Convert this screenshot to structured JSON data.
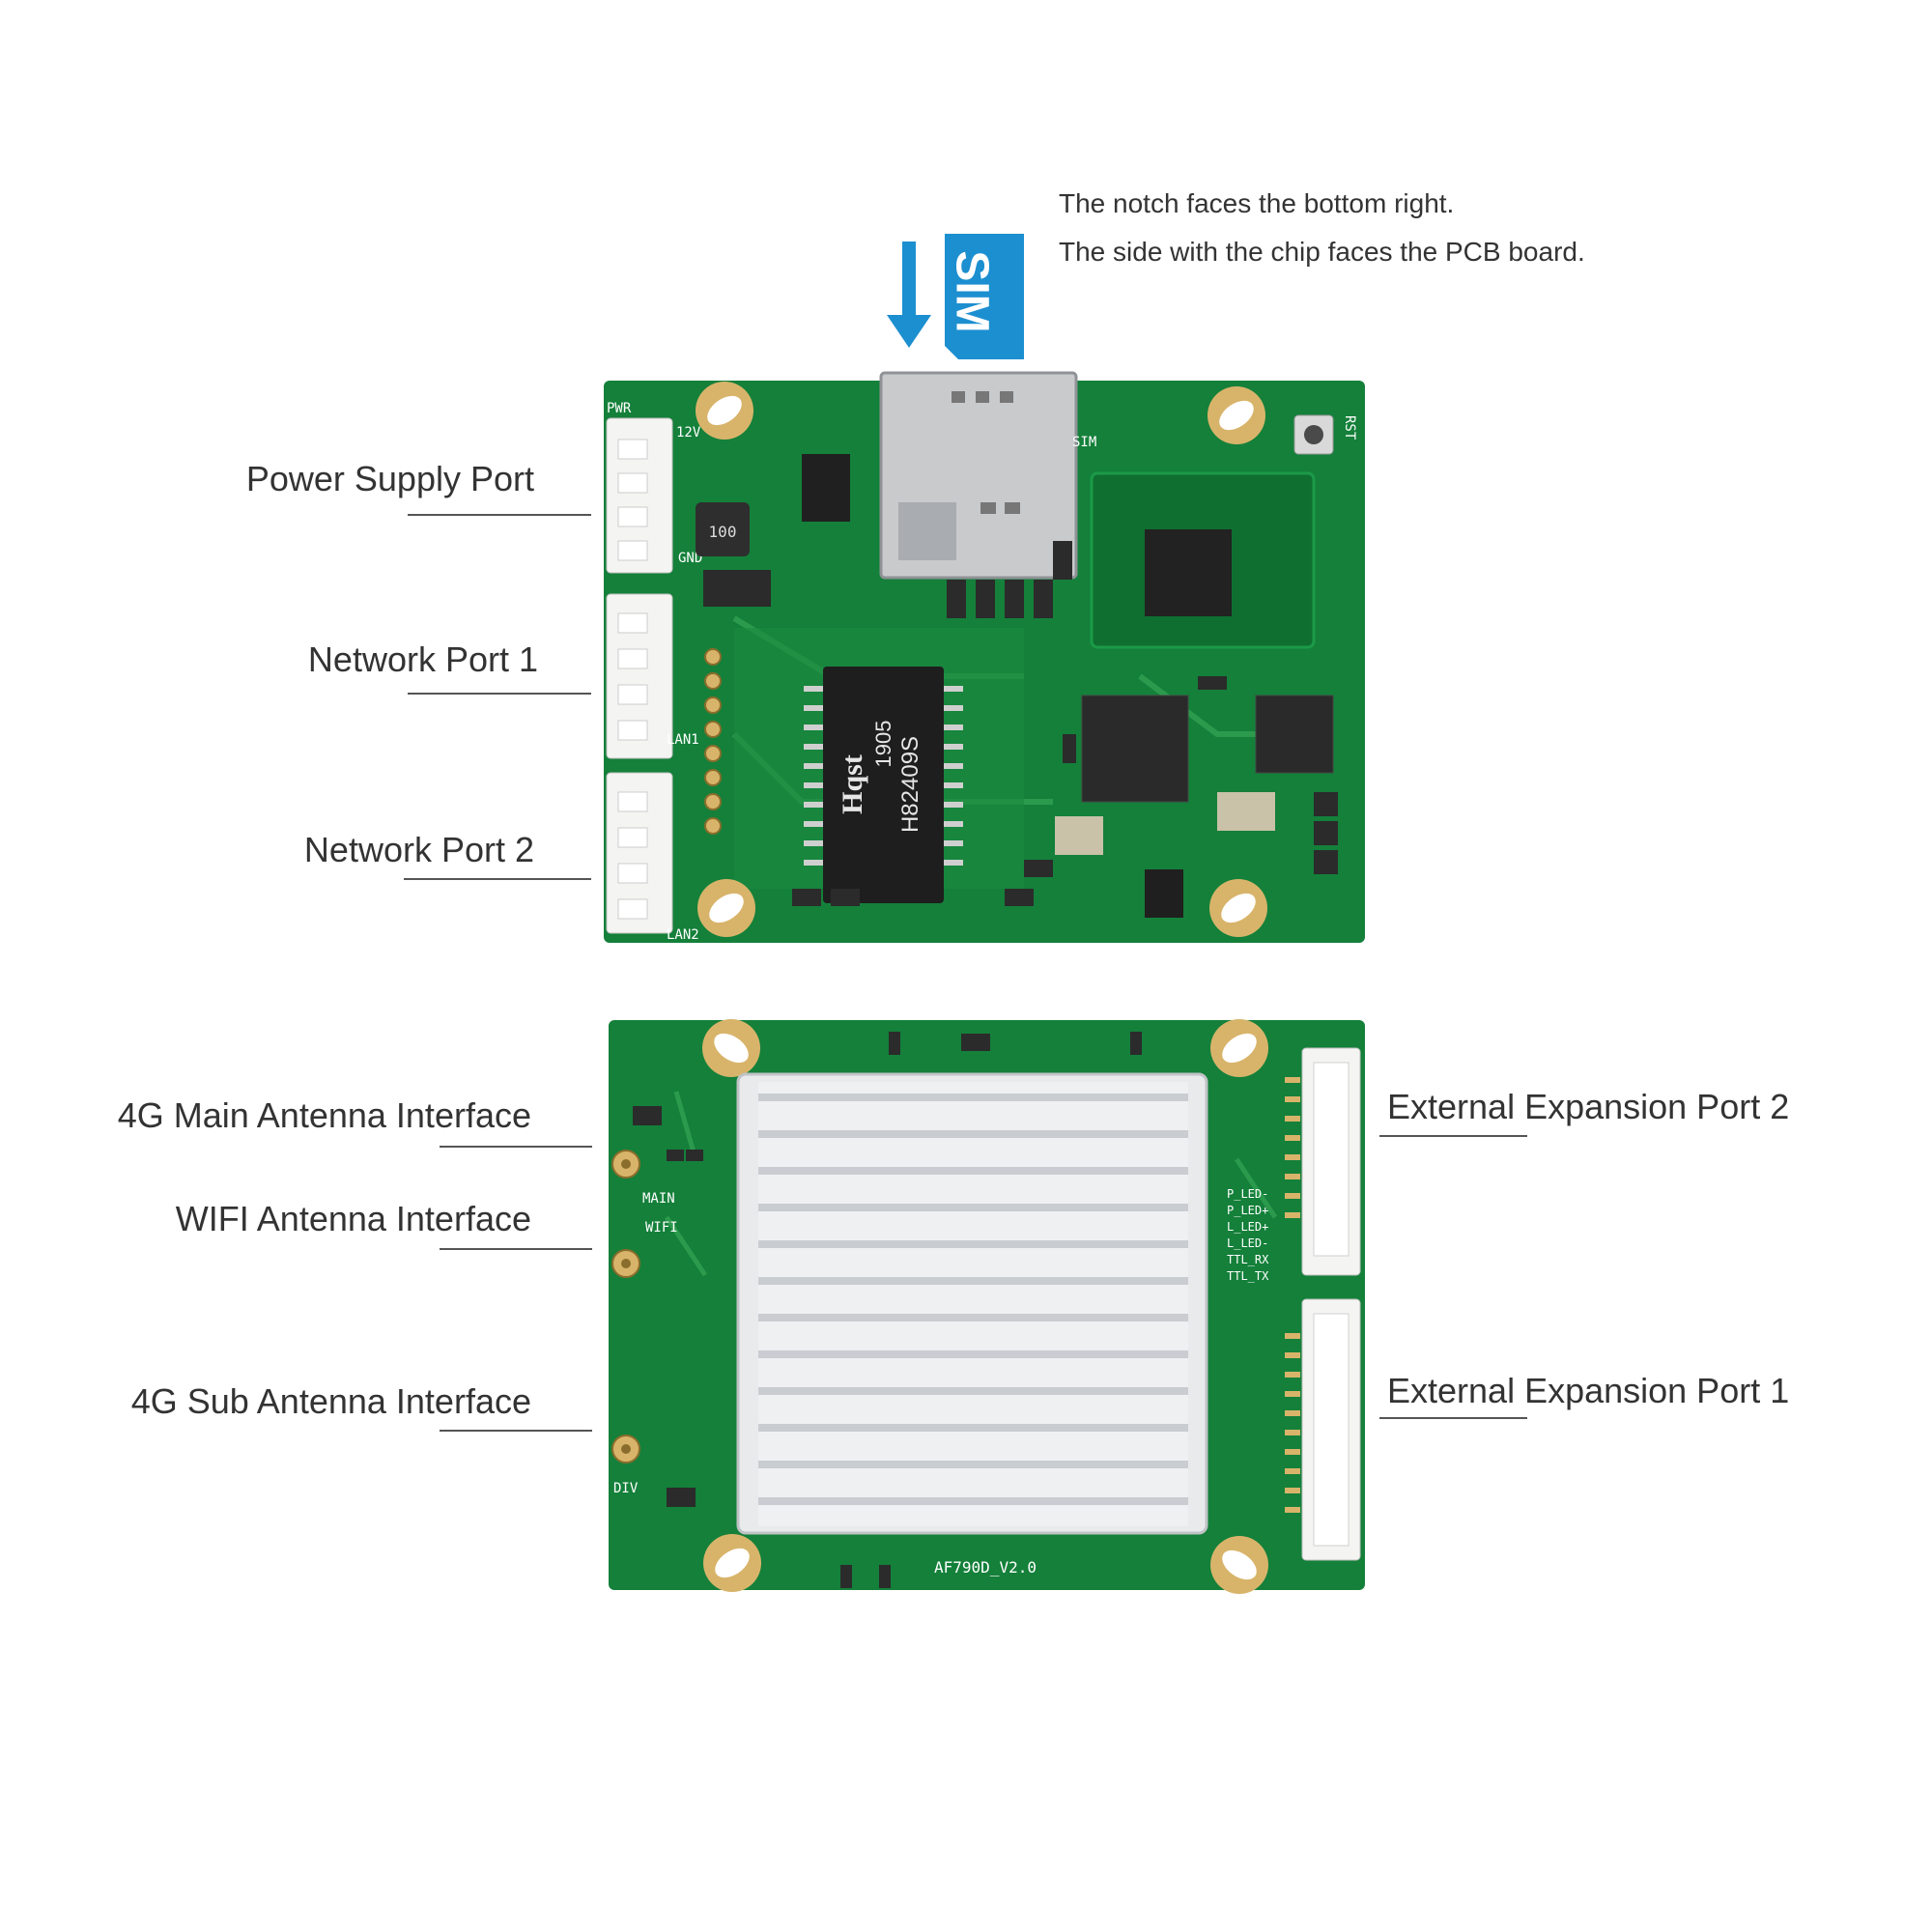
{
  "sim_note": {
    "line1": "The notch faces the bottom right.",
    "line2": "The side with the chip faces the PCB board.",
    "card_label": "SIM"
  },
  "top_board": {
    "silkscreen": {
      "pwr": "PWR",
      "v12": "12V",
      "gnd": "GND",
      "lan1": "LAN1",
      "lan2": "LAN2",
      "sim": "SIM",
      "rst": "RST",
      "transformer_brand": "Hqst",
      "transformer_date": "1905",
      "transformer_part": "H82409S",
      "inductor": "100"
    }
  },
  "bottom_board": {
    "silkscreen": {
      "main": "MAIN",
      "wifi": "WIFI",
      "div": "DIV",
      "model": "AF790D_V2.0",
      "p_led_minus": "P_LED-",
      "p_led_plus": "P_LED+",
      "l_led_plus": "L_LED+",
      "l_led_minus": "L_LED-",
      "ttl_rx": "TTL_RX",
      "ttl_tx": "TTL_TX"
    }
  },
  "callouts": {
    "power_supply_port": "Power Supply Port",
    "network_port_1": "Network Port 1",
    "network_port_2": "Network Port 2",
    "main_antenna": "4G Main Antenna Interface",
    "wifi_antenna": "WIFI Antenna Interface",
    "sub_antenna": "4G Sub Antenna Interface",
    "expansion_port_2": "External Expansion Port 2",
    "expansion_port_1": "External Expansion Port 1"
  },
  "colors": {
    "pcb_green": "#14803a",
    "pcb_dark_green": "#0d6a2e",
    "sim_blue": "#1c8fd0",
    "heatsink": "#e8eaec",
    "gold": "#d8b46a"
  }
}
